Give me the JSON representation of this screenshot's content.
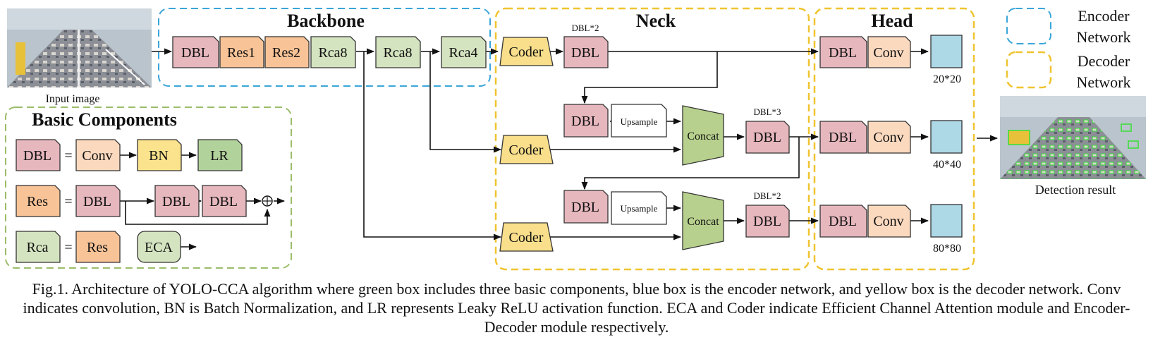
{
  "colors": {
    "dbl": "#e6b7bd",
    "res": "#f7c397",
    "rca": "#d5e4c0",
    "coder": "#f9df8b",
    "conv": "#fbd9bf",
    "bn": "#fbe38d",
    "lr": "#b2d29b",
    "concat": "#b7d08d",
    "output": "#add8e6",
    "upsample": "#ffffff",
    "encoder_border": "#3aa6d9",
    "decoder_border": "#f0c430",
    "components_border": "#9bbd6a"
  },
  "labels": {
    "backbone": "Backbone",
    "neck": "Neck",
    "head": "Head",
    "basic_components": "Basic Components",
    "input_image": "Input image",
    "detection_result": "Detection result",
    "legend_encoder": [
      "Encoder",
      "Network"
    ],
    "legend_decoder": [
      "Decoder",
      "Network"
    ]
  },
  "backbone": {
    "dbl": "DBL",
    "res1": "Res1",
    "res2": "Res2",
    "rca8a": "Rca8",
    "rca8b": "Rca8",
    "rca4": "Rca4"
  },
  "neck": {
    "coder": "Coder",
    "dbl": "DBL",
    "upsample": "Upsample",
    "concat": "Concat",
    "dbl2": "DBL*2",
    "dbl3": "DBL*3"
  },
  "head": {
    "dbl": "DBL",
    "conv": "Conv",
    "outputs": [
      "20*20",
      "40*40",
      "80*80"
    ]
  },
  "components": {
    "dbl": "DBL",
    "res": "Res",
    "rca": "Rca",
    "equals": "=",
    "conv": "Conv",
    "bn": "BN",
    "lr": "LR",
    "eca": "ECA",
    "plus": "+"
  },
  "caption": "Fig.1. Architecture of YOLO-CCA algorithm where green box includes three basic components, blue box is the encoder network, and yellow box is the decoder network. Conv indicates convolution, BN is Batch Normalization, and LR represents Leaky ReLU activation function. ECA and Coder indicate Efficient Channel Attention module and Encoder-Decoder module respectively."
}
